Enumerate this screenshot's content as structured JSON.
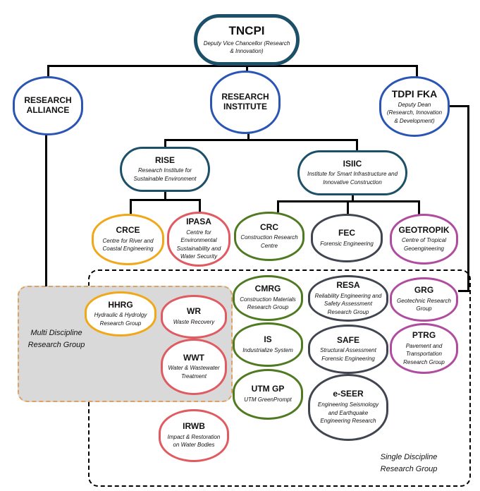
{
  "colors": {
    "blue": "#2a55b5",
    "teal": "#1b5068",
    "orange": "#f0a818",
    "red": "#e05a60",
    "green": "#4f7a22",
    "gray": "#404550",
    "purple": "#b04ca0",
    "group_fill": "#d9d9d9",
    "group_border": "#e0a060"
  },
  "nodes": {
    "tncpi": {
      "title": "TNCPI",
      "subtitle": "Deputy Vice Chancellor (Research & Innovation)"
    },
    "alliance": {
      "title": "RESEARCH ALLIANCE",
      "subtitle": ""
    },
    "institute": {
      "title": "RESEARCH INSTITUTE",
      "subtitle": ""
    },
    "tdpi": {
      "title": "TDPI FKA",
      "subtitle": "Deputy Dean (Research, Innovation & Development)"
    },
    "rise": {
      "title": "RISE",
      "subtitle": "Research Institute for Sustainable Environment"
    },
    "isiic": {
      "title": "ISIIC",
      "subtitle": "Institute for Smart Infrastructure and Innovative Construction"
    },
    "crce": {
      "title": "CRCE",
      "subtitle": "Centre for River and Coastal Engineering"
    },
    "ipasa": {
      "title": "IPASA",
      "subtitle": "Centre for Environmental Sustainability and Water Security"
    },
    "crc": {
      "title": "CRC",
      "subtitle": "Construction Research Centre"
    },
    "fec": {
      "title": "FEC",
      "subtitle": "Forensic Engineering"
    },
    "geotropik": {
      "title": "GEOTROPIK",
      "subtitle": "Centre of Tropical Geoengineering"
    },
    "hhrg": {
      "title": "HHRG",
      "subtitle": "Hydraulic & Hydrolgy Research Group"
    },
    "wr": {
      "title": "WR",
      "subtitle": "Waste Recovery"
    },
    "wwt": {
      "title": "WWT",
      "subtitle": "Water & Wastewater Treatment"
    },
    "cmrg": {
      "title": "CMRG",
      "subtitle": "Construction Materials Research Group"
    },
    "is": {
      "title": "IS",
      "subtitle": "Industrialize System"
    },
    "utmgp": {
      "title": "UTM GP",
      "subtitle": "UTM GreenPrompt"
    },
    "resa": {
      "title": "RESA",
      "subtitle": "Reliability Engineering and Safety Assessment Research Group"
    },
    "safe": {
      "title": "SAFE",
      "subtitle": "Structural Assessment Forensic Engineering"
    },
    "eseer": {
      "title": "e-SEER",
      "subtitle": "Engineering Seismology and Earthquake Engineering Research"
    },
    "grg": {
      "title": "GRG",
      "subtitle": "Geotechnic Research Group"
    },
    "ptrg": {
      "title": "PTRG",
      "subtitle": "Pavement and Transportation Research Group"
    },
    "irwb": {
      "title": "IRWB",
      "subtitle": "Impact & Restoration on Water Bodies"
    }
  },
  "groups": {
    "multi": "Multi Discipline Research Group",
    "single": "Single Discipline Research Group"
  }
}
